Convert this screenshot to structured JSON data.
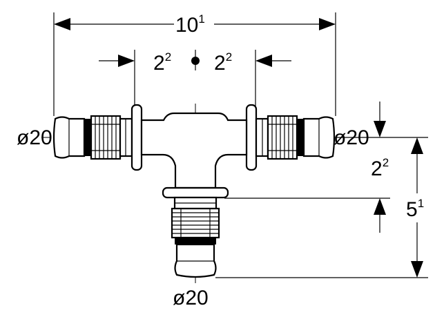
{
  "dimensions": {
    "overall_length": {
      "value": "10",
      "sup": "1"
    },
    "left_offset": {
      "value": "2",
      "sup": "2"
    },
    "right_offset": {
      "value": "2",
      "sup": "2"
    },
    "branch_offset": {
      "value": "2",
      "sup": "2"
    },
    "total_height": {
      "value": "5",
      "sup": "1"
    },
    "left_diameter": "ø20",
    "right_diameter": "ø20",
    "bottom_diameter": "ø20"
  },
  "colors": {
    "line": "#000000",
    "background": "#ffffff"
  }
}
